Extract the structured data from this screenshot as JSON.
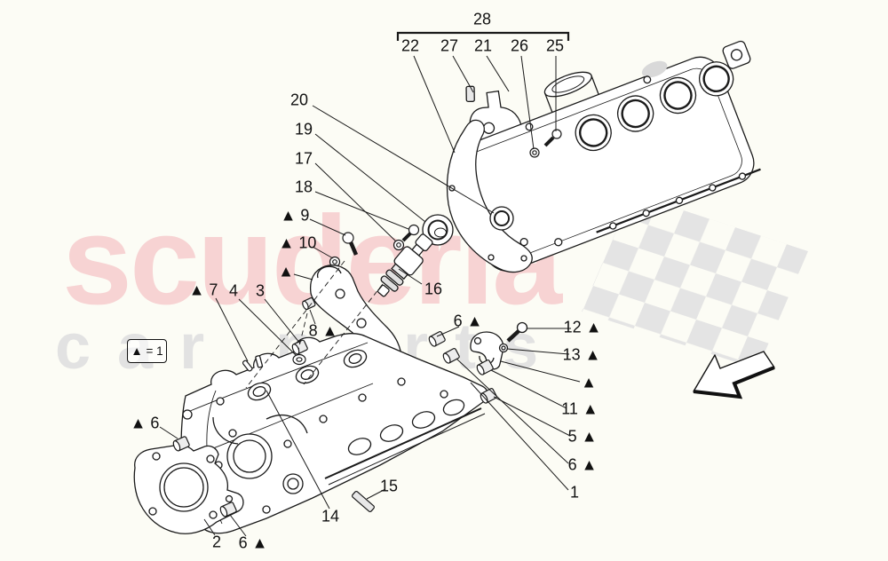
{
  "page": {
    "title": "Cylinder head exploded parts diagram",
    "background": "#fcfcf5"
  },
  "watermark": {
    "title": "scuderia",
    "subtitle": "car parts",
    "title_color": "#f7d3d3",
    "subtitle_color": "#e2e2e2"
  },
  "legend": {
    "label": "▲ = 1"
  },
  "colors": {
    "line": "#1a1a1a",
    "flag_checker": "#e4e4e4",
    "part_fill": "#ffffff",
    "shaded_fill": "#ececec"
  },
  "callouts": {
    "n28": "28",
    "n22": "22",
    "n27": "27",
    "n21": "21",
    "n26": "26",
    "n25": "25",
    "n20": "20",
    "n19": "19",
    "n17": "17",
    "n18": "18",
    "n9": "▲ 9",
    "n10": "▲ 10",
    "ntl": "▲",
    "n7": "▲ 7",
    "n4": "4",
    "n3": "3",
    "n8": "8 ▲",
    "n16": "16",
    "n6m": "6 ▲",
    "n12": "12 ▲",
    "n13": "13 ▲",
    "ntr": "▲",
    "n11": "11 ▲",
    "n5": "5 ▲",
    "n6r": "6 ▲",
    "n1": "1",
    "n6l": "▲ 6",
    "n2": "2",
    "n6b": "6 ▲",
    "n14": "14",
    "n15": "15"
  }
}
